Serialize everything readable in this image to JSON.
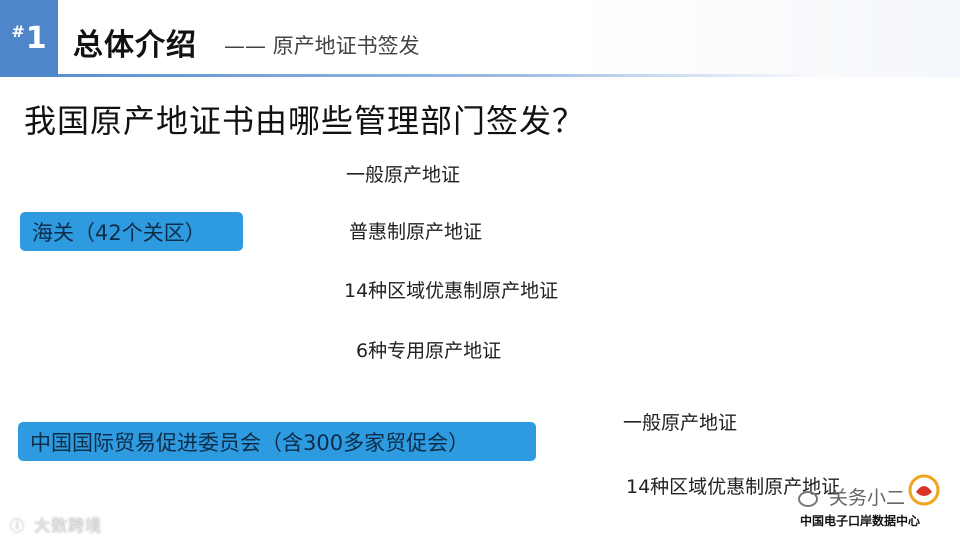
{
  "header": {
    "badge_hash": "#",
    "badge_number": "1",
    "title": "总体介绍",
    "subtitle": "—— 原产地证书签发"
  },
  "question": "我国原产地证书由哪些管理部门签发？",
  "customs": {
    "label": "海关（42个关区）",
    "certificates": [
      "一般原产地证",
      "普惠制原产地证",
      "14种区域优惠制原产地证",
      "6种专用原产地证"
    ]
  },
  "ccpit": {
    "label": "中国国际贸易促进委员会（含300多家贸促会）",
    "certificates": [
      "一般原产地证",
      "14种区域优惠制原产地证"
    ]
  },
  "watermarks": {
    "left": "大数跨境",
    "right_account": "关务小二",
    "right_caption": "中国电子口岸数据中心"
  },
  "colors": {
    "badge": "#4f86c9",
    "pill": "#2e9be0",
    "seal_red": "#d9332b",
    "seal_orange": "#f0a31c"
  }
}
